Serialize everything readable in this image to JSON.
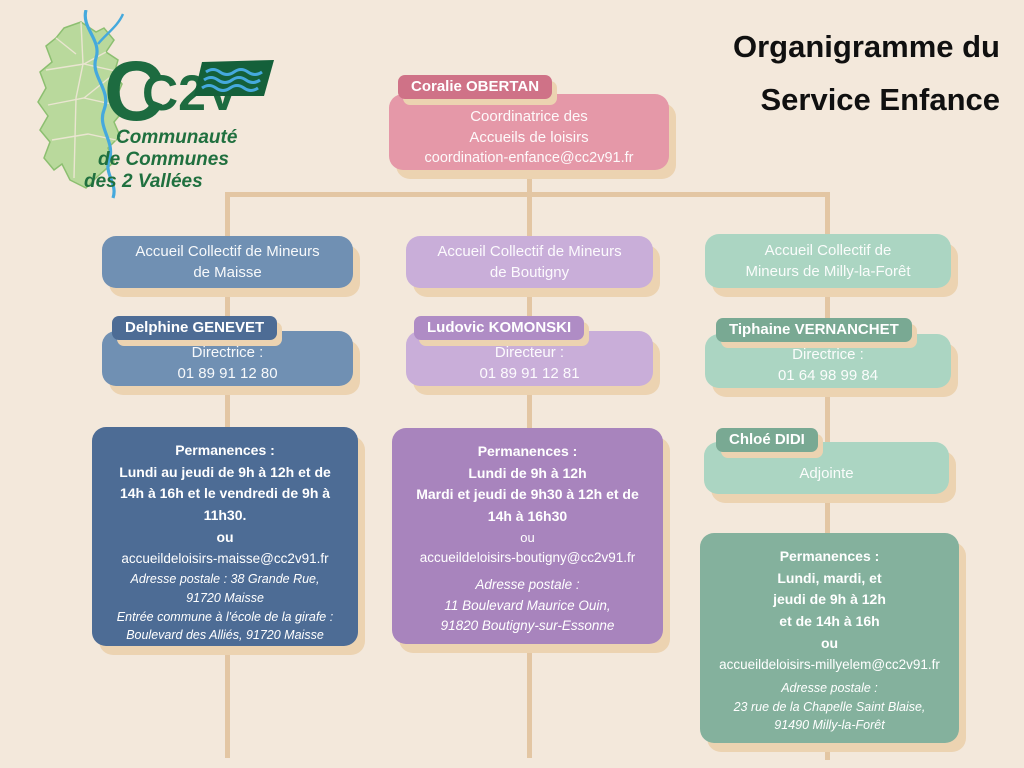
{
  "colors": {
    "background": "#f3e8db",
    "connector": "#e3c6a3",
    "shadow": "#ecd3b1",
    "pink_tab": "#cf7287",
    "pink_body": "#e598a8",
    "blue_light": "#7090b3",
    "blue_dark": "#4d6c95",
    "purple_light": "#c9aed9",
    "purple_tab": "#af8cc5",
    "purple_dark": "#a884bd",
    "green_light": "#abd5c2",
    "green_tab": "#79a993",
    "green_dark": "#84b19d",
    "logo_green": "#1d6b40",
    "map_green": "#b9d99c",
    "river_blue": "#45a9dd",
    "title_color": "#101010"
  },
  "title": {
    "line1": "Organigramme du",
    "line2": "Service Enfance"
  },
  "logo": {
    "acronym_big_c": "C",
    "acronym_rest": "C2V",
    "org_line1": "Communauté",
    "org_line2": "de Communes",
    "org_line3": "des 2 Vallées"
  },
  "root": {
    "name": "Coralie OBERTAN",
    "role_line1": "Coordinatrice des",
    "role_line2": "Accueils de loisirs",
    "email": "coordination-enfance@cc2v91.fr"
  },
  "columns": [
    {
      "unit_line1": "Accueil Collectif de Mineurs",
      "unit_line2": "de Maisse",
      "manager_name": "Delphine GENEVET",
      "manager_role": "Directrice :",
      "manager_phone": "01 89 91 12 80",
      "perm": {
        "l1": "Permanences :",
        "l2": "Lundi au jeudi de 9h à 12h et de",
        "l3": "14h à 16h et le vendredi de 9h à",
        "l4": "11h30.",
        "l5": "ou",
        "email": "accueildeloisirs-maisse@cc2v91.fr",
        "a1": "Adresse postale : 38 Grande Rue,",
        "a2": "91720 Maisse",
        "a3": "Entrée commune à l'école de la girafe :",
        "a4": "Boulevard des Alliés, 91720 Maisse"
      }
    },
    {
      "unit_line1": "Accueil Collectif de Mineurs",
      "unit_line2": "de Boutigny",
      "manager_name": "Ludovic KOMONSKI",
      "manager_role": "Directeur :",
      "manager_phone": "01 89 91 12 81",
      "perm": {
        "l1": "Permanences :",
        "l2": "Lundi de 9h à 12h",
        "l3": "Mardi et jeudi de 9h30 à 12h et de",
        "l4": "14h à 16h30",
        "l5": "ou",
        "email": "accueildeloisirs-boutigny@cc2v91.fr",
        "a1": "Adresse postale :",
        "a2": "11 Boulevard Maurice Ouin,",
        "a3": "91820 Boutigny-sur-Essonne"
      }
    },
    {
      "unit_line1": "Accueil Collectif de",
      "unit_line2": "Mineurs de Milly-la-Forêt",
      "manager_name": "Tiphaine VERNANCHET",
      "manager_role": "Directrice :",
      "manager_phone": "01 64 98 99 84",
      "adjoint_name": "Chloé DIDI",
      "adjoint_role": "Adjointe",
      "perm": {
        "l1": "Permanences :",
        "l2": "Lundi, mardi, et",
        "l3": "jeudi de 9h à 12h",
        "l4": "et de 14h à 16h",
        "l5": "ou",
        "email": "accueildeloisirs-millyelem@cc2v91.fr",
        "a1": "Adresse postale :",
        "a2": "23 rue de la Chapelle Saint Blaise,",
        "a3": "91490 Milly-la-Forêt"
      }
    }
  ]
}
